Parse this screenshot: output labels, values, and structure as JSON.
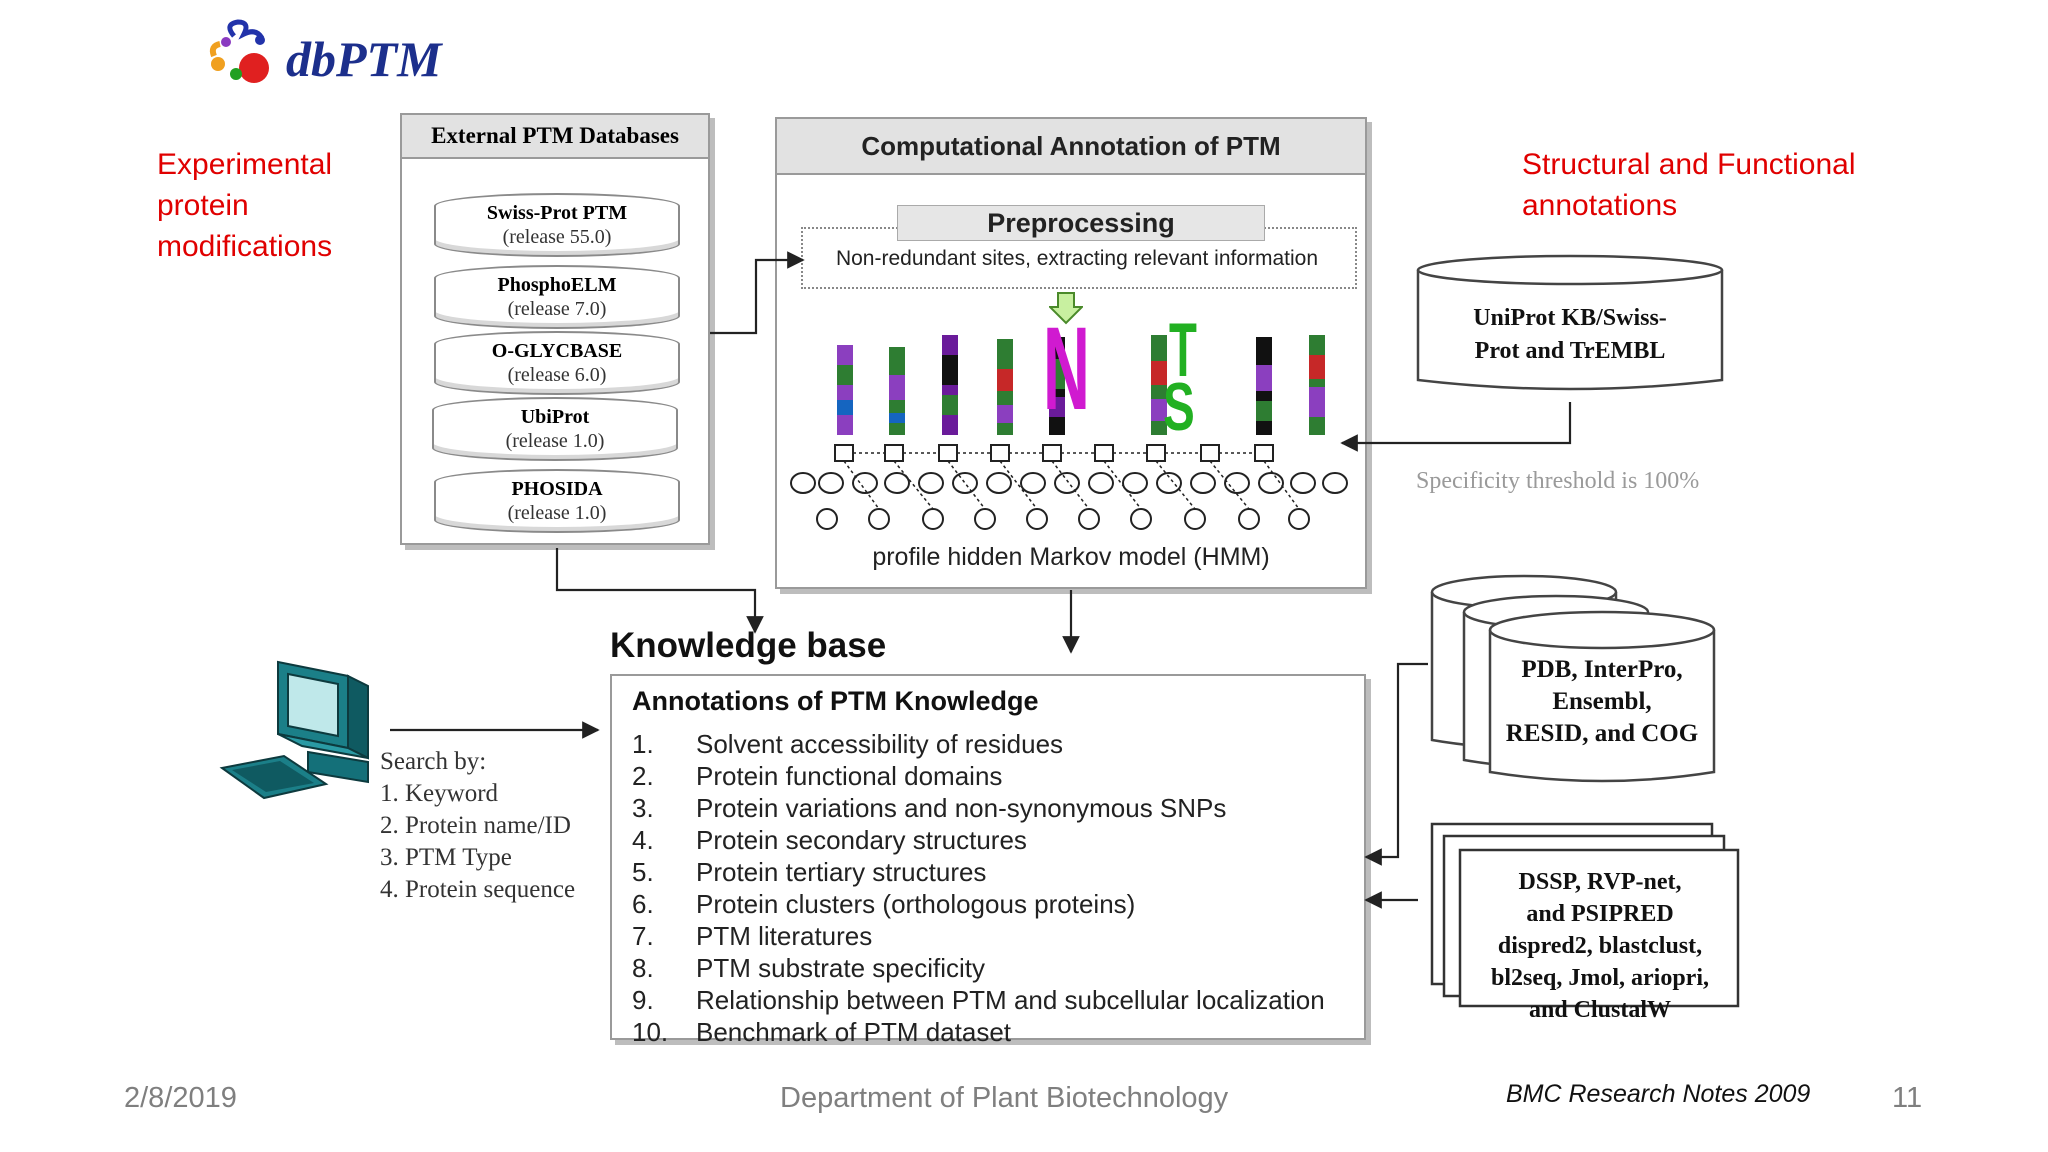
{
  "logo": {
    "text": "dbPTM"
  },
  "left_label": {
    "lines": [
      "Experimental",
      "protein",
      "modifications"
    ]
  },
  "right_label": {
    "lines": [
      "Structural and Functional",
      "annotations"
    ]
  },
  "external_db": {
    "title": "External PTM Databases",
    "items": [
      {
        "name": "Swiss-Prot  PTM",
        "release": "(release 55.0)"
      },
      {
        "name": "PhosphoELM",
        "release": "(release 7.0)"
      },
      {
        "name": "O-GLYCBASE",
        "release": "(release 6.0)"
      },
      {
        "name": "UbiProt",
        "release": "(release 1.0)"
      },
      {
        "name": "PHOSIDA",
        "release": "(release 1.0)"
      }
    ]
  },
  "computational": {
    "title": "Computational Annotation of PTM",
    "preprocessing_title": "Preprocessing",
    "preprocessing_desc": "Non-redundant sites, extracting relevant information",
    "hmm_caption": "profile hidden Markov model (HMM)",
    "logo_letters": [
      "N",
      "T",
      "S"
    ]
  },
  "uniprot": {
    "lines": [
      "UniProt KB/Swiss-",
      "Prot and TrEMBL"
    ]
  },
  "threshold": "Specificity threshold is 100%",
  "knowledge_base": {
    "title": "Knowledge base",
    "subtitle": "Annotations of PTM Knowledge",
    "items": [
      {
        "num": "1.",
        "text": "Solvent accessibility of residues"
      },
      {
        "num": "2.",
        "text": "Protein functional domains"
      },
      {
        "num": "3.",
        "text": "Protein variations and non-synonymous SNPs"
      },
      {
        "num": "4.",
        "text": "Protein secondary structures"
      },
      {
        "num": "5.",
        "text": "Protein tertiary structures"
      },
      {
        "num": "6.",
        "text": "Protein clusters (orthologous proteins)"
      },
      {
        "num": "7.",
        "text": "PTM literatures"
      },
      {
        "num": "8.",
        "text": "PTM substrate specificity"
      },
      {
        "num": "9.",
        "text": "Relationship between PTM and subcellular localization"
      },
      {
        "num": "10.",
        "text": "Benchmark of PTM dataset"
      }
    ]
  },
  "search": {
    "title": "Search by:",
    "items": [
      "1. Keyword",
      "2. Protein name/ID",
      "3. PTM Type",
      "4. Protein sequence"
    ]
  },
  "pdb": {
    "lines": [
      "PDB, InterPro,",
      "Ensembl,",
      "RESID, and COG"
    ]
  },
  "tools": {
    "lines": [
      "DSSP, RVP-net,",
      "and PSIPRED",
      "dispred2, blastclust,",
      "bl2seq, Jmol, ariopri,",
      "and ClustalW"
    ]
  },
  "footer": {
    "date": "2/8/2019",
    "department": "Department of Plant Biotechnology",
    "citation": "BMC Research Notes 2009",
    "page": "11"
  },
  "colors": {
    "red_text": "#e00000",
    "logo_blue": "#1c2f8c",
    "logo_N": "#d01ad0",
    "logo_T": "#22b022"
  }
}
